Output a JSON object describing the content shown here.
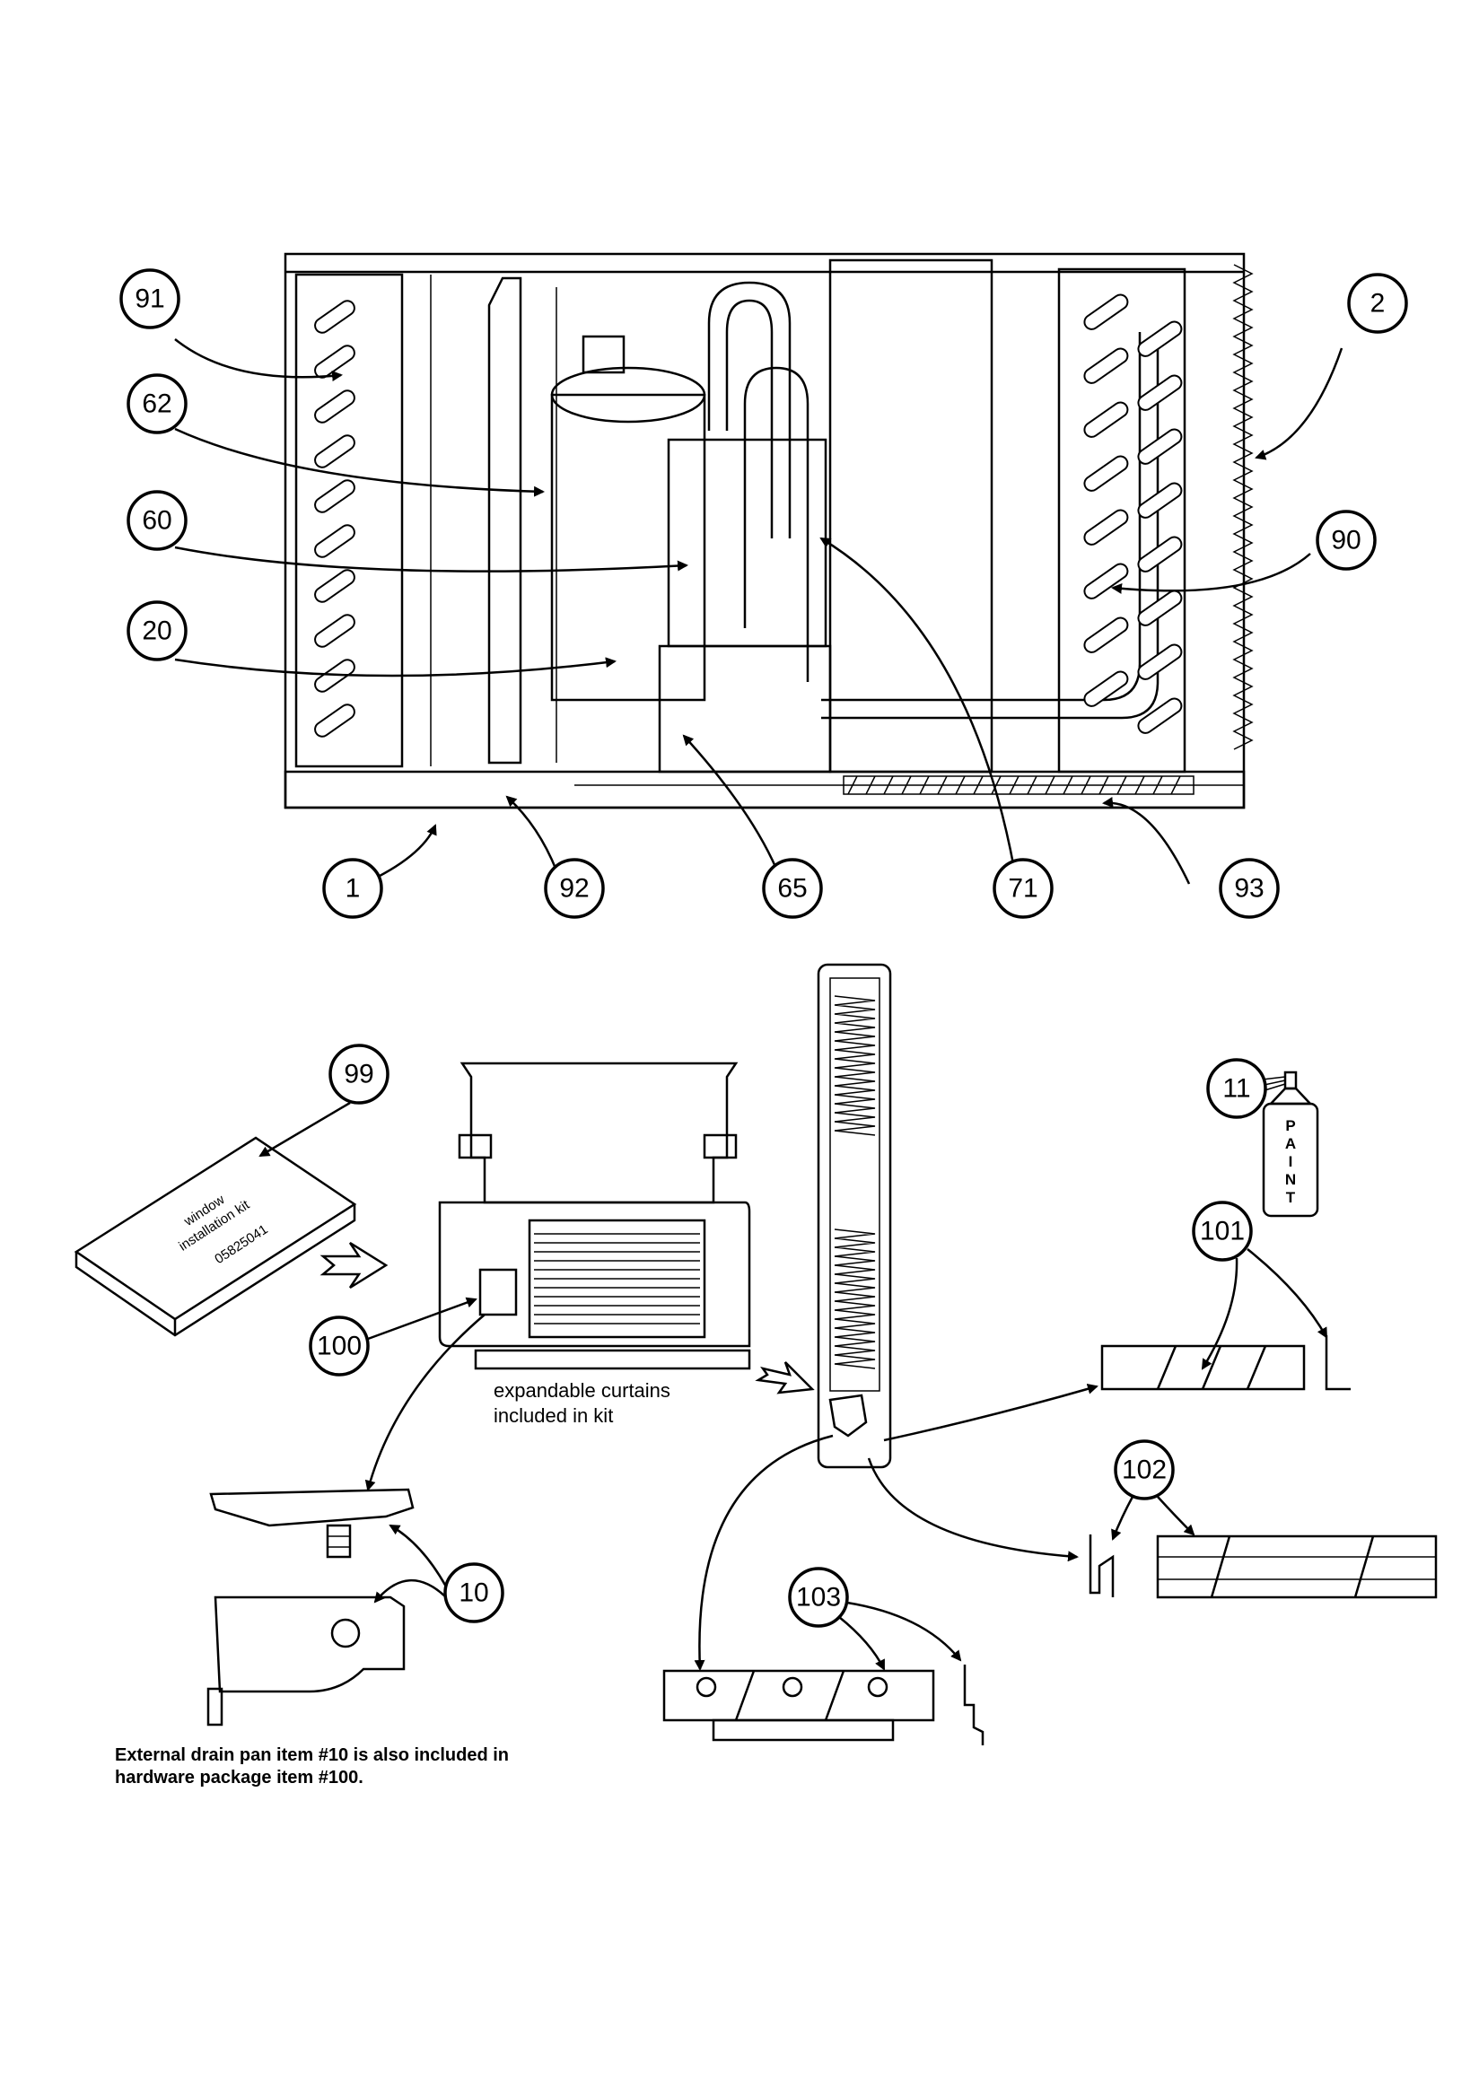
{
  "diagram": {
    "callouts": [
      {
        "id": "91",
        "label": "91"
      },
      {
        "id": "62",
        "label": "62"
      },
      {
        "id": "60",
        "label": "60"
      },
      {
        "id": "20",
        "label": "20"
      },
      {
        "id": "2",
        "label": "2"
      },
      {
        "id": "90",
        "label": "90"
      },
      {
        "id": "1",
        "label": "1"
      },
      {
        "id": "92",
        "label": "92"
      },
      {
        "id": "65",
        "label": "65"
      },
      {
        "id": "71",
        "label": "71"
      },
      {
        "id": "93",
        "label": "93"
      },
      {
        "id": "11",
        "label": "11"
      },
      {
        "id": "99",
        "label": "99"
      },
      {
        "id": "100",
        "label": "100"
      },
      {
        "id": "101",
        "label": "101"
      },
      {
        "id": "102",
        "label": "102"
      },
      {
        "id": "10",
        "label": "10"
      },
      {
        "id": "103",
        "label": "103"
      }
    ],
    "kit_box": {
      "line1": "window",
      "line2": "installation kit",
      "line3": "05825041"
    },
    "paint_can": {
      "letters": [
        "P",
        "A",
        "I",
        "N",
        "T"
      ]
    },
    "curtains_caption": {
      "line1": "expandable curtains",
      "line2": "included in kit"
    },
    "drain_note": {
      "line1": "External drain pan item #10 is also included in",
      "line2": "hardware package item #100."
    }
  }
}
